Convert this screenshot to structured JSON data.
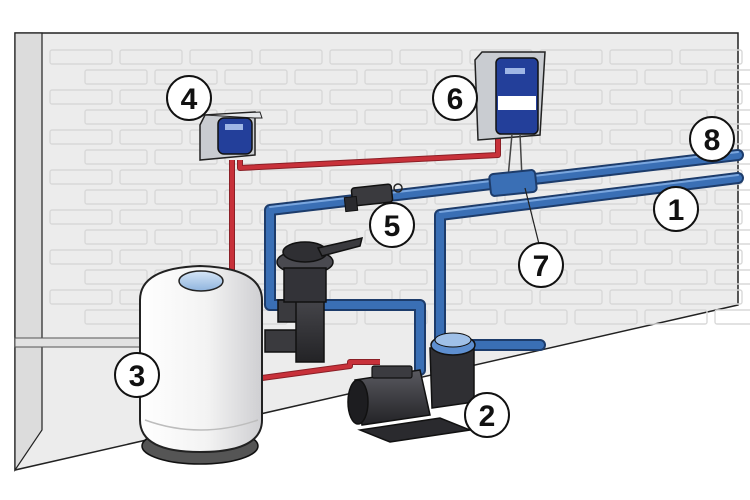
{
  "diagram": {
    "callouts": [
      {
        "id": "c1",
        "label": "1"
      },
      {
        "id": "c2",
        "label": "2"
      },
      {
        "id": "c3",
        "label": "3"
      },
      {
        "id": "c4",
        "label": "4"
      },
      {
        "id": "c5",
        "label": "5"
      },
      {
        "id": "c6",
        "label": "6"
      },
      {
        "id": "c7",
        "label": "7"
      },
      {
        "id": "c8",
        "label": "8"
      }
    ],
    "colors": {
      "wall": "#ececec",
      "brick_line": "#dcdcdc",
      "blue_pipe": "#3a6fb5",
      "blue_pipe_light": "#5e8fd0",
      "red_cable": "#c8313a",
      "grey_unit": "#b9bcc1",
      "dark_part": "#2f2f33",
      "filter_tank": "#f4f4f4",
      "display_blue": "#233f9a"
    }
  }
}
